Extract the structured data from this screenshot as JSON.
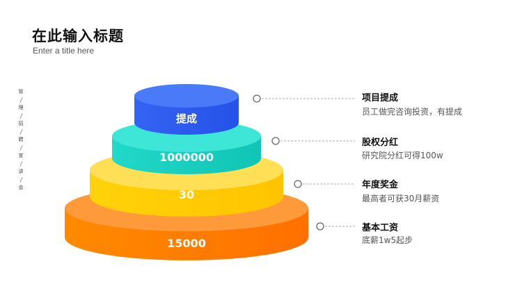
{
  "header": {
    "title": "在此输入标题",
    "subtitle": "Enter a title here"
  },
  "side_nav": [
    "管",
    "理",
    "招",
    "聘",
    "宣",
    "讲",
    "会"
  ],
  "tiers": [
    {
      "label": "提成",
      "color": "#2f5bef"
    },
    {
      "label": "1000000",
      "color": "#1ed3c4"
    },
    {
      "label": "30",
      "color": "#ffcc00"
    },
    {
      "label": "15000",
      "color": "#ff7f00"
    }
  ],
  "items": [
    {
      "title": "项目提成",
      "desc": "员工做完咨询投资，有提成"
    },
    {
      "title": "股权分红",
      "desc": "研究院分红可得100w"
    },
    {
      "title": "年度奖金",
      "desc": "最高者可获30月薪资"
    },
    {
      "title": "基本工资",
      "desc": "底薪1w5起步"
    }
  ]
}
